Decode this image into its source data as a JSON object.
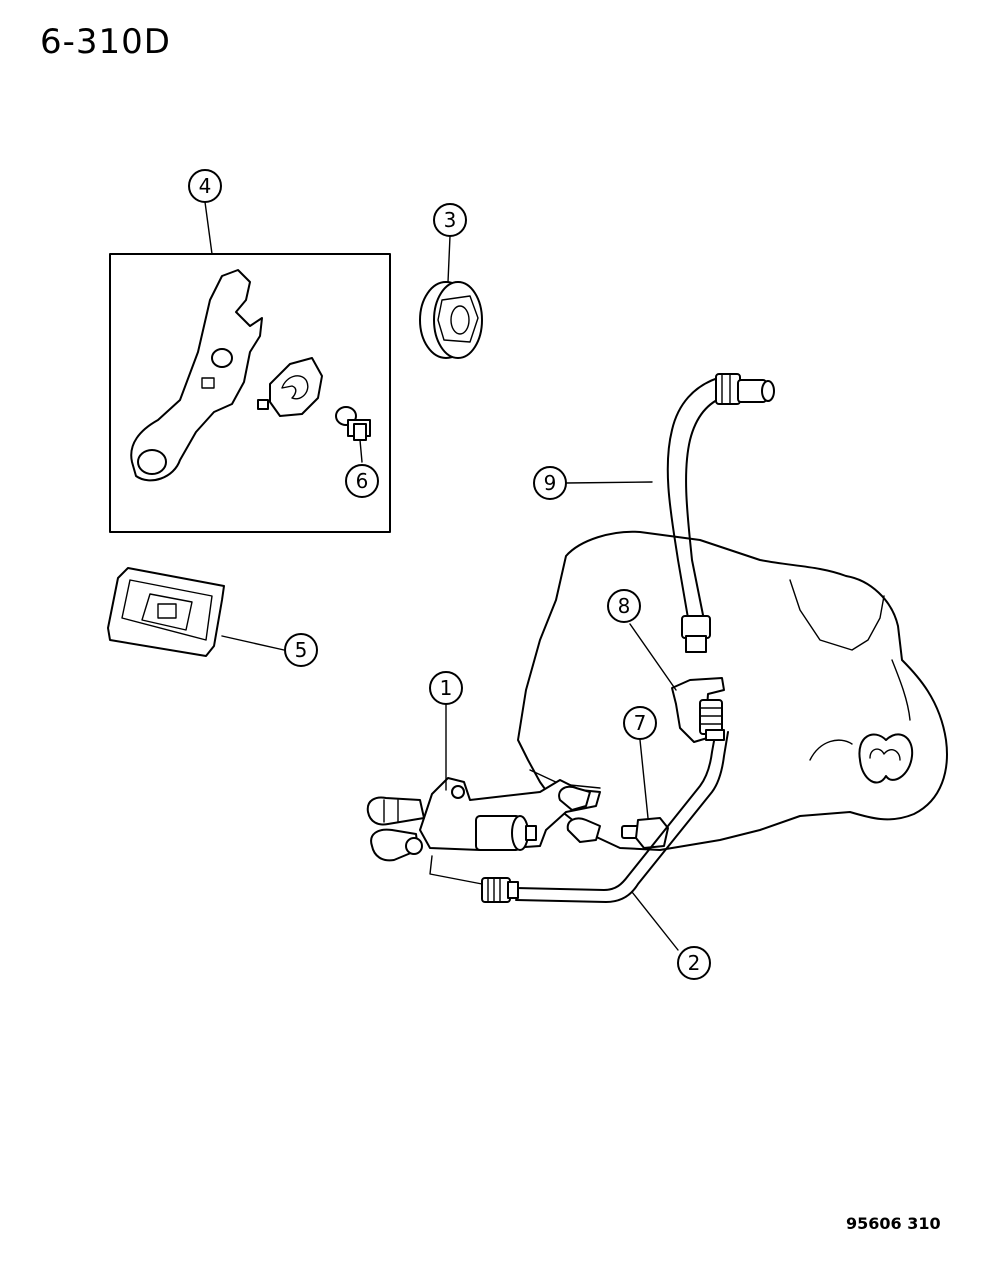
{
  "header": {
    "page_title": "6-310D"
  },
  "footer": {
    "figure_code": "95606 310"
  },
  "callouts": [
    {
      "id": "c1",
      "label": "1"
    },
    {
      "id": "c2",
      "label": "2"
    },
    {
      "id": "c3",
      "label": "3"
    },
    {
      "id": "c4",
      "label": "4"
    },
    {
      "id": "c5",
      "label": "5"
    },
    {
      "id": "c6",
      "label": "6"
    },
    {
      "id": "c7",
      "label": "7"
    },
    {
      "id": "c8",
      "label": "8"
    },
    {
      "id": "c9",
      "label": "9"
    }
  ]
}
